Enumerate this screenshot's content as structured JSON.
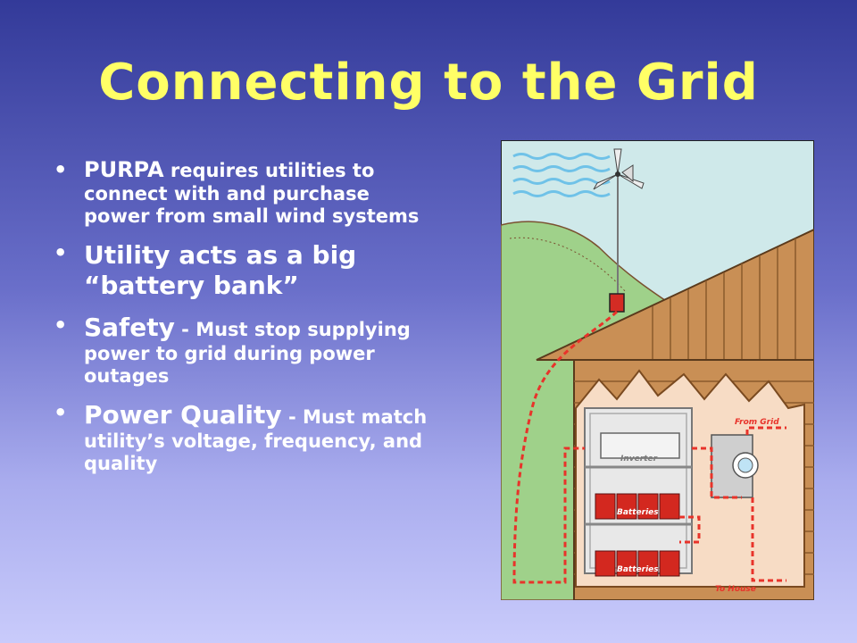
{
  "slide": {
    "title": "Connecting to the Grid",
    "bullets": [
      {
        "lead": "PURPA",
        "rest": " requires utilities to connect with and purchase power from small wind systems"
      },
      {
        "lead": "Utility acts as a big “battery bank”",
        "rest": ""
      },
      {
        "lead": "Safety",
        "rest": " - Must stop supplying power to grid during power outages"
      },
      {
        "lead": "Power Quality",
        "rest": " - Must match utility’s voltage, frequency, and quality"
      }
    ],
    "bullet_symbol": "•"
  },
  "illustration": {
    "labels": {
      "from_grid": "From Grid",
      "inverter": "Inverter",
      "batteries_top": "Batteries",
      "batteries_bottom": "Batteries",
      "to_house": "To House"
    }
  },
  "colors": {
    "title": "#ffff66",
    "text": "#ffffff",
    "wire": "#e8332a"
  }
}
